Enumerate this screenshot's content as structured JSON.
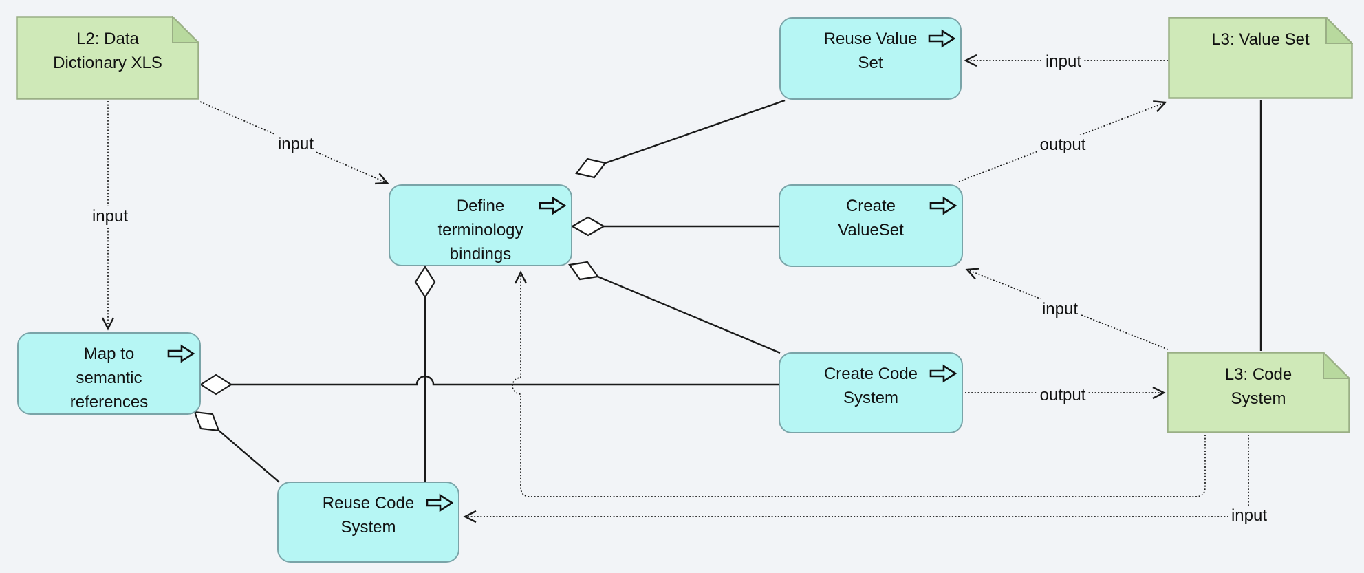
{
  "diagram": {
    "colors": {
      "bg": "#f2f4f7",
      "line": "#1a1a1a",
      "deliverable_fill": "#cfe9b8",
      "deliverable_fold": "#b8d99e",
      "deliverable_border": "#9aaf85",
      "process_fill": "#b6f6f4",
      "process_border": "#7aa4a8"
    },
    "nodes": [
      {
        "id": "l2-data-dictionary-xls",
        "type": "deliverable",
        "label": "L2: Data\nDictionary XLS"
      },
      {
        "id": "reuse-value-set",
        "type": "process",
        "label": "Reuse Value\nSet"
      },
      {
        "id": "l3-value-set",
        "type": "deliverable",
        "label": "L3: Value Set"
      },
      {
        "id": "define-terminology-bindings",
        "type": "process",
        "label": "Define\nterminology\nbindings"
      },
      {
        "id": "create-valueset",
        "type": "process",
        "label": "Create\nValueSet"
      },
      {
        "id": "create-code-system",
        "type": "process",
        "label": "Create Code\nSystem"
      },
      {
        "id": "l3-code-system",
        "type": "deliverable",
        "label": "L3: Code\nSystem"
      },
      {
        "id": "map-to-semantic-references",
        "type": "process",
        "label": "Map to\nsemantic\nreferences"
      },
      {
        "id": "reuse-code-system",
        "type": "process",
        "label": "Reuse Code\nSystem"
      }
    ],
    "edge_labels": [
      {
        "edge": "l2-data-dictionary-xls to map-to-semantic-references",
        "text": "input"
      },
      {
        "edge": "l2-data-dictionary-xls to define-terminology-bindings",
        "text": "input"
      },
      {
        "edge": "l3-value-set to reuse-value-set",
        "text": "input"
      },
      {
        "edge": "create-valueset to l3-value-set",
        "text": "output"
      },
      {
        "edge": "l3-code-system to create-valueset",
        "text": "input"
      },
      {
        "edge": "create-code-system to l3-code-system",
        "text": "output"
      },
      {
        "edge": "l3-code-system to reuse-code-system",
        "text": "input"
      }
    ],
    "relationships": [
      {
        "from": "L2: Data Dictionary XLS",
        "to": "Map to semantic references",
        "type": "flow",
        "label": "input"
      },
      {
        "from": "L2: Data Dictionary XLS",
        "to": "Define terminology bindings",
        "type": "flow",
        "label": "input"
      },
      {
        "from": "Define terminology bindings",
        "to": "Reuse Value Set",
        "type": "aggregation",
        "label": ""
      },
      {
        "from": "Define terminology bindings",
        "to": "Create ValueSet",
        "type": "aggregation",
        "label": ""
      },
      {
        "from": "Define terminology bindings",
        "to": "Create Code System",
        "type": "aggregation",
        "label": ""
      },
      {
        "from": "Define terminology bindings",
        "to": "Reuse Code System",
        "type": "aggregation",
        "label": ""
      },
      {
        "from": "Map to semantic references",
        "to": "Create Code System",
        "type": "aggregation",
        "label": ""
      },
      {
        "from": "Map to semantic references",
        "to": "Reuse Code System",
        "type": "aggregation",
        "label": ""
      },
      {
        "from": "L3: Value Set",
        "to": "Reuse Value Set",
        "type": "flow",
        "label": "input"
      },
      {
        "from": "Create ValueSet",
        "to": "L3: Value Set",
        "type": "flow",
        "label": "output"
      },
      {
        "from": "L3: Code System",
        "to": "Create ValueSet",
        "type": "flow",
        "label": "input"
      },
      {
        "from": "Create Code System",
        "to": "L3: Code System",
        "type": "flow",
        "label": "output"
      },
      {
        "from": "L3: Value Set",
        "to": "L3: Code System",
        "type": "association",
        "label": ""
      },
      {
        "from": "L3: Code System",
        "to": "Define terminology bindings",
        "type": "flow",
        "label": ""
      },
      {
        "from": "L3: Code System",
        "to": "Reuse Code System",
        "type": "flow",
        "label": "input"
      }
    ]
  }
}
